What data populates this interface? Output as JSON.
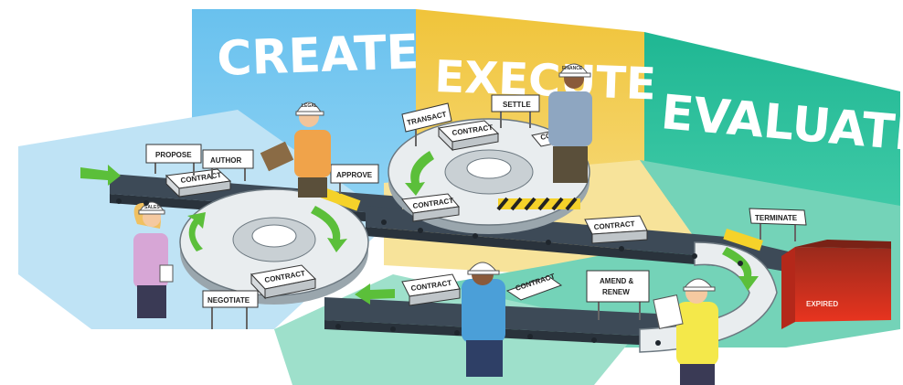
{
  "stages": [
    {
      "label": "CREATE",
      "color": "#7ccaf0"
    },
    {
      "label": "EXECUTE",
      "color": "#f3cf4f"
    },
    {
      "label": "EVALUATE",
      "color": "#2fc2a0"
    }
  ],
  "signs": {
    "propose": "PROPOSE",
    "author": "AUTHOR",
    "approve": "APPROVE",
    "negotiate": "NEGOTIATE",
    "transact": "TRANSACT",
    "settle": "SETTLE",
    "amend": "AMEND &",
    "renew": "RENEW",
    "terminate": "TERMINATE"
  },
  "box_label": "CONTRACT",
  "bin_label": "EXPIRED",
  "hat_labels": {
    "legal": "LEGAL",
    "sales": "SALES",
    "finance": "FINANCE"
  },
  "colors": {
    "belt": "#3d4a57",
    "floor_create": "#bfe3f5",
    "floor_execute": "#f7e39a",
    "floor_evaluate": "#74d3b8",
    "arrow": "#5bbf3a",
    "bin": "#e0321f"
  }
}
